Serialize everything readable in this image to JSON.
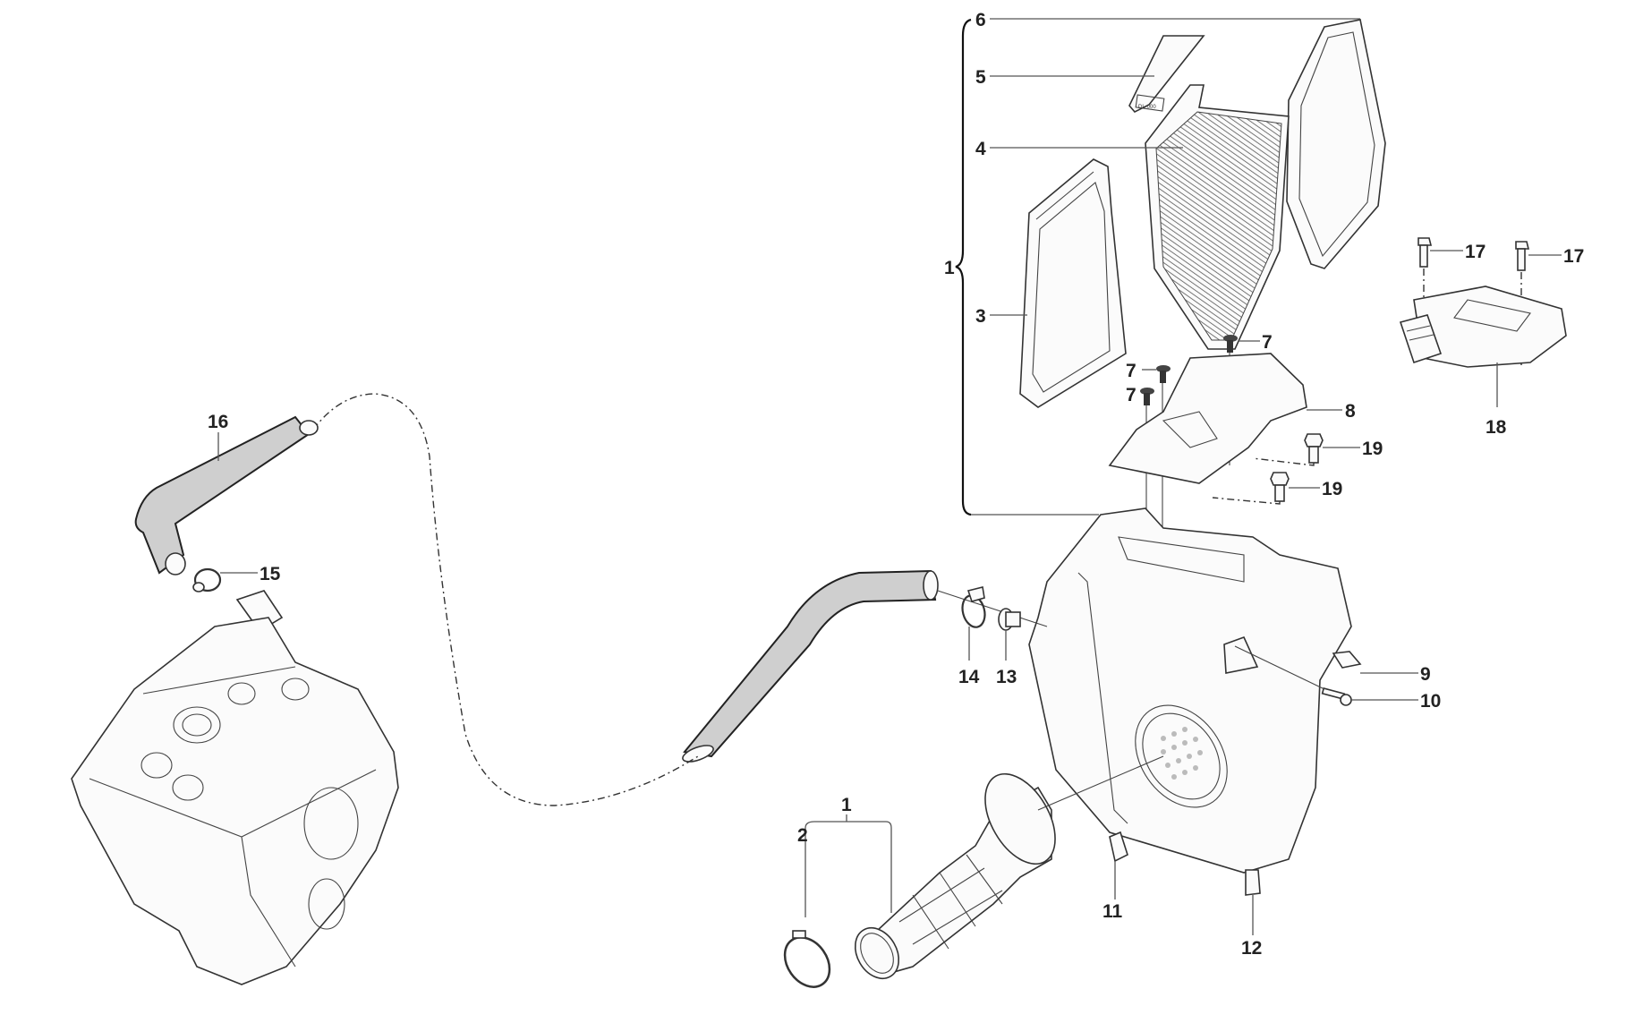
{
  "diagram": {
    "title": "Air filter box assembly exploded view",
    "callouts": [
      {
        "id": "c1-top",
        "label": "1"
      },
      {
        "id": "c1-bottom",
        "label": "1"
      },
      {
        "id": "c2",
        "label": "2"
      },
      {
        "id": "c3",
        "label": "3"
      },
      {
        "id": "c4",
        "label": "4"
      },
      {
        "id": "c5",
        "label": "5"
      },
      {
        "id": "c6",
        "label": "6"
      },
      {
        "id": "c7a",
        "label": "7"
      },
      {
        "id": "c7b",
        "label": "7"
      },
      {
        "id": "c7c",
        "label": "7"
      },
      {
        "id": "c8",
        "label": "8"
      },
      {
        "id": "c9",
        "label": "9"
      },
      {
        "id": "c10",
        "label": "10"
      },
      {
        "id": "c11",
        "label": "11"
      },
      {
        "id": "c12",
        "label": "12"
      },
      {
        "id": "c13",
        "label": "13"
      },
      {
        "id": "c14",
        "label": "14"
      },
      {
        "id": "c15",
        "label": "15"
      },
      {
        "id": "c16",
        "label": "16"
      },
      {
        "id": "c17a",
        "label": "17"
      },
      {
        "id": "c17b",
        "label": "17"
      },
      {
        "id": "c18",
        "label": "18"
      },
      {
        "id": "c19a",
        "label": "19"
      },
      {
        "id": "c19b",
        "label": "19"
      }
    ],
    "filter_tag": "DL-000"
  }
}
